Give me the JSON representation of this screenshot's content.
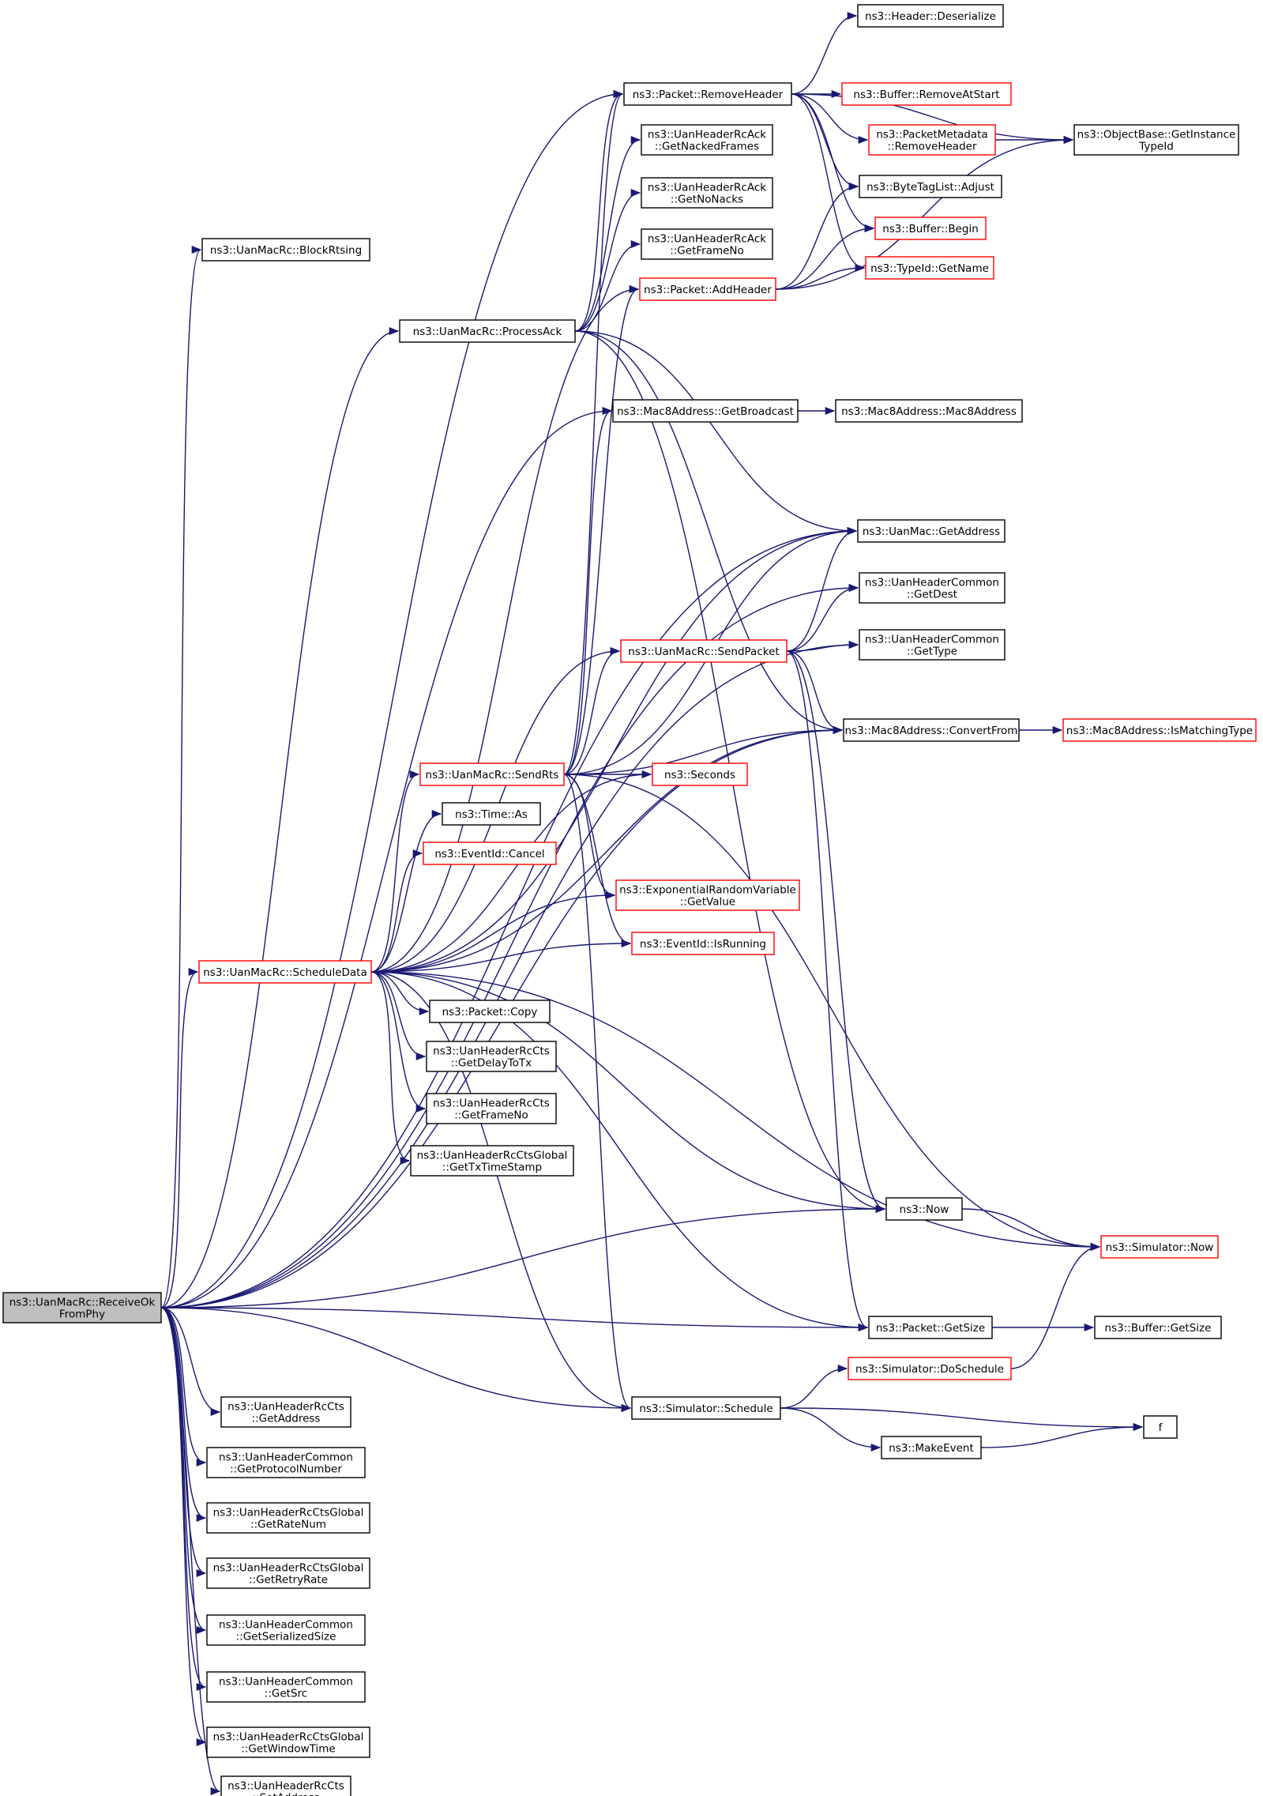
{
  "diagram": {
    "colors": {
      "edge": "#191970",
      "root_fill": "#bfbfbf",
      "root_border": "#000000",
      "normal_border": "#000000",
      "red_border": "#ff0000",
      "node_fill": "#ffffff"
    },
    "nodes": [
      {
        "id": "root",
        "lines": [
          "ns3::UanMacRc::ReceiveOk",
          "FromPhy"
        ],
        "style": "root"
      },
      {
        "id": "blockrtsing",
        "lines": [
          "ns3::UanMacRc::BlockRtsing"
        ],
        "style": "normal"
      },
      {
        "id": "processack",
        "lines": [
          "ns3::UanMacRc::ProcessAck"
        ],
        "style": "normal"
      },
      {
        "id": "removeheader",
        "lines": [
          "ns3::Packet::RemoveHeader"
        ],
        "style": "normal"
      },
      {
        "id": "deserialize",
        "lines": [
          "ns3::Header::Deserialize"
        ],
        "style": "normal"
      },
      {
        "id": "removeatstart",
        "lines": [
          "ns3::Buffer::RemoveAtStart"
        ],
        "style": "red"
      },
      {
        "id": "pmremoveheader",
        "lines": [
          "ns3::PacketMetadata",
          "::RemoveHeader"
        ],
        "style": "red"
      },
      {
        "id": "getinstancetypeid",
        "lines": [
          "ns3::ObjectBase::GetInstance",
          "TypeId"
        ],
        "style": "normal"
      },
      {
        "id": "bytetagadjust",
        "lines": [
          "ns3::ByteTagList::Adjust"
        ],
        "style": "normal"
      },
      {
        "id": "bufferbegin",
        "lines": [
          "ns3::Buffer::Begin"
        ],
        "style": "red"
      },
      {
        "id": "typeidgetname",
        "lines": [
          "ns3::TypeId::GetName"
        ],
        "style": "red"
      },
      {
        "id": "acknacked",
        "lines": [
          "ns3::UanHeaderRcAck",
          "::GetNackedFrames"
        ],
        "style": "normal"
      },
      {
        "id": "acknonacks",
        "lines": [
          "ns3::UanHeaderRcAck",
          "::GetNoNacks"
        ],
        "style": "normal"
      },
      {
        "id": "ackframeno",
        "lines": [
          "ns3::UanHeaderRcAck",
          "::GetFrameNo"
        ],
        "style": "normal"
      },
      {
        "id": "addheader",
        "lines": [
          "ns3::Packet::AddHeader"
        ],
        "style": "red"
      },
      {
        "id": "getbroadcast",
        "lines": [
          "ns3::Mac8Address::GetBroadcast"
        ],
        "style": "normal"
      },
      {
        "id": "mac8ctor",
        "lines": [
          "ns3::Mac8Address::Mac8Address"
        ],
        "style": "normal"
      },
      {
        "id": "uanmacgetaddress",
        "lines": [
          "ns3::UanMac::GetAddress"
        ],
        "style": "normal"
      },
      {
        "id": "commongetdest",
        "lines": [
          "ns3::UanHeaderCommon",
          "::GetDest"
        ],
        "style": "normal"
      },
      {
        "id": "commongettype",
        "lines": [
          "ns3::UanHeaderCommon",
          "::GetType"
        ],
        "style": "normal"
      },
      {
        "id": "sendpacket",
        "lines": [
          "ns3::UanMacRc::SendPacket"
        ],
        "style": "red"
      },
      {
        "id": "convertfrom",
        "lines": [
          "ns3::Mac8Address::ConvertFrom"
        ],
        "style": "normal"
      },
      {
        "id": "ismatchingtype",
        "lines": [
          "ns3::Mac8Address::IsMatchingType"
        ],
        "style": "red"
      },
      {
        "id": "sendrts",
        "lines": [
          "ns3::UanMacRc::SendRts"
        ],
        "style": "red"
      },
      {
        "id": "seconds",
        "lines": [
          "ns3::Seconds"
        ],
        "style": "red"
      },
      {
        "id": "timeas",
        "lines": [
          "ns3::Time::As"
        ],
        "style": "normal"
      },
      {
        "id": "eventcancel",
        "lines": [
          "ns3::EventId::Cancel"
        ],
        "style": "red"
      },
      {
        "id": "expgetvalue",
        "lines": [
          "ns3::ExponentialRandomVariable",
          "::GetValue"
        ],
        "style": "red"
      },
      {
        "id": "eventisrunning",
        "lines": [
          "ns3::EventId::IsRunning"
        ],
        "style": "red"
      },
      {
        "id": "scheduledata",
        "lines": [
          "ns3::UanMacRc::ScheduleData"
        ],
        "style": "red"
      },
      {
        "id": "packetcopy",
        "lines": [
          "ns3::Packet::Copy"
        ],
        "style": "normal"
      },
      {
        "id": "ctsdelaytotx",
        "lines": [
          "ns3::UanHeaderRcCts",
          "::GetDelayToTx"
        ],
        "style": "normal"
      },
      {
        "id": "ctsframeno",
        "lines": [
          "ns3::UanHeaderRcCts",
          "::GetFrameNo"
        ],
        "style": "normal"
      },
      {
        "id": "ctsglobaltxtime",
        "lines": [
          "ns3::UanHeaderRcCtsGlobal",
          "::GetTxTimeStamp"
        ],
        "style": "normal"
      },
      {
        "id": "now",
        "lines": [
          "ns3::Now"
        ],
        "style": "normal"
      },
      {
        "id": "simnow",
        "lines": [
          "ns3::Simulator::Now"
        ],
        "style": "red"
      },
      {
        "id": "packetgetsize",
        "lines": [
          "ns3::Packet::GetSize"
        ],
        "style": "normal"
      },
      {
        "id": "buffergetsize",
        "lines": [
          "ns3::Buffer::GetSize"
        ],
        "style": "normal"
      },
      {
        "id": "doschedule",
        "lines": [
          "ns3::Simulator::DoSchedule"
        ],
        "style": "red"
      },
      {
        "id": "schedule",
        "lines": [
          "ns3::Simulator::Schedule"
        ],
        "style": "normal"
      },
      {
        "id": "f",
        "lines": [
          "f"
        ],
        "style": "normal"
      },
      {
        "id": "makeevent",
        "lines": [
          "ns3::MakeEvent"
        ],
        "style": "normal"
      },
      {
        "id": "ctsgetaddress",
        "lines": [
          "ns3::UanHeaderRcCts",
          "::GetAddress"
        ],
        "style": "normal"
      },
      {
        "id": "commonprotocol",
        "lines": [
          "ns3::UanHeaderCommon",
          "::GetProtocolNumber"
        ],
        "style": "normal"
      },
      {
        "id": "globalratenum",
        "lines": [
          "ns3::UanHeaderRcCtsGlobal",
          "::GetRateNum"
        ],
        "style": "normal"
      },
      {
        "id": "globalretryrate",
        "lines": [
          "ns3::UanHeaderRcCtsGlobal",
          "::GetRetryRate"
        ],
        "style": "normal"
      },
      {
        "id": "commonserialized",
        "lines": [
          "ns3::UanHeaderCommon",
          "::GetSerializedSize"
        ],
        "style": "normal"
      },
      {
        "id": "commongetsrc",
        "lines": [
          "ns3::UanHeaderCommon",
          "::GetSrc"
        ],
        "style": "normal"
      },
      {
        "id": "globalwindowtime",
        "lines": [
          "ns3::UanHeaderRcCtsGlobal",
          "::GetWindowTime"
        ],
        "style": "normal"
      },
      {
        "id": "ctssetaddress",
        "lines": [
          "ns3::UanHeaderRcCts",
          "::SetAddress"
        ],
        "style": "normal"
      }
    ],
    "edges": [
      [
        "root",
        "blockrtsing"
      ],
      [
        "root",
        "processack"
      ],
      [
        "root",
        "removeheader"
      ],
      [
        "root",
        "getbroadcast"
      ],
      [
        "root",
        "uanmacgetaddress"
      ],
      [
        "root",
        "commongetdest"
      ],
      [
        "root",
        "commongettype"
      ],
      [
        "root",
        "convertfrom"
      ],
      [
        "root",
        "now"
      ],
      [
        "root",
        "packetgetsize"
      ],
      [
        "root",
        "schedule"
      ],
      [
        "root",
        "scheduledata"
      ],
      [
        "root",
        "ctsgetaddress"
      ],
      [
        "root",
        "commonprotocol"
      ],
      [
        "root",
        "globalratenum"
      ],
      [
        "root",
        "globalretryrate"
      ],
      [
        "root",
        "commonserialized"
      ],
      [
        "root",
        "commongetsrc"
      ],
      [
        "root",
        "globalwindowtime"
      ],
      [
        "root",
        "ctssetaddress"
      ],
      [
        "processack",
        "removeheader"
      ],
      [
        "processack",
        "acknacked"
      ],
      [
        "processack",
        "acknonacks"
      ],
      [
        "processack",
        "ackframeno"
      ],
      [
        "processack",
        "uanmacgetaddress"
      ],
      [
        "processack",
        "convertfrom"
      ],
      [
        "processack",
        "now"
      ],
      [
        "removeheader",
        "deserialize"
      ],
      [
        "removeheader",
        "removeatstart"
      ],
      [
        "removeheader",
        "pmremoveheader"
      ],
      [
        "removeheader",
        "getinstancetypeid"
      ],
      [
        "removeheader",
        "bytetagadjust"
      ],
      [
        "removeheader",
        "bufferbegin"
      ],
      [
        "removeheader",
        "typeidgetname"
      ],
      [
        "pmremoveheader",
        "getinstancetypeid"
      ],
      [
        "addheader",
        "bytetagadjust"
      ],
      [
        "addheader",
        "bufferbegin"
      ],
      [
        "addheader",
        "typeidgetname"
      ],
      [
        "addheader",
        "getinstancetypeid"
      ],
      [
        "getbroadcast",
        "mac8ctor"
      ],
      [
        "sendpacket",
        "uanmacgetaddress"
      ],
      [
        "sendpacket",
        "commongetdest"
      ],
      [
        "sendpacket",
        "commongettype"
      ],
      [
        "sendpacket",
        "convertfrom"
      ],
      [
        "sendpacket",
        "now"
      ],
      [
        "sendpacket",
        "packetgetsize"
      ],
      [
        "convertfrom",
        "ismatchingtype"
      ],
      [
        "sendrts",
        "removeheader"
      ],
      [
        "sendrts",
        "addheader"
      ],
      [
        "sendrts",
        "getbroadcast"
      ],
      [
        "sendrts",
        "uanmacgetaddress"
      ],
      [
        "sendrts",
        "sendpacket"
      ],
      [
        "sendrts",
        "convertfrom"
      ],
      [
        "sendrts",
        "seconds"
      ],
      [
        "sendrts",
        "expgetvalue"
      ],
      [
        "sendrts",
        "eventisrunning"
      ],
      [
        "sendrts",
        "simnow"
      ],
      [
        "sendrts",
        "schedule"
      ],
      [
        "scheduledata",
        "addheader"
      ],
      [
        "scheduledata",
        "uanmacgetaddress"
      ],
      [
        "scheduledata",
        "sendpacket"
      ],
      [
        "scheduledata",
        "convertfrom"
      ],
      [
        "scheduledata",
        "sendrts"
      ],
      [
        "scheduledata",
        "seconds"
      ],
      [
        "scheduledata",
        "timeas"
      ],
      [
        "scheduledata",
        "eventcancel"
      ],
      [
        "scheduledata",
        "expgetvalue"
      ],
      [
        "scheduledata",
        "eventisrunning"
      ],
      [
        "scheduledata",
        "packetcopy"
      ],
      [
        "scheduledata",
        "ctsdelaytotx"
      ],
      [
        "scheduledata",
        "ctsframeno"
      ],
      [
        "scheduledata",
        "ctsglobaltxtime"
      ],
      [
        "scheduledata",
        "now"
      ],
      [
        "scheduledata",
        "simnow"
      ],
      [
        "scheduledata",
        "packetgetsize"
      ],
      [
        "scheduledata",
        "schedule"
      ],
      [
        "now",
        "simnow"
      ],
      [
        "packetgetsize",
        "buffergetsize"
      ],
      [
        "doschedule",
        "simnow"
      ],
      [
        "schedule",
        "doschedule"
      ],
      [
        "schedule",
        "f"
      ],
      [
        "schedule",
        "makeevent"
      ],
      [
        "makeevent",
        "f"
      ]
    ]
  }
}
